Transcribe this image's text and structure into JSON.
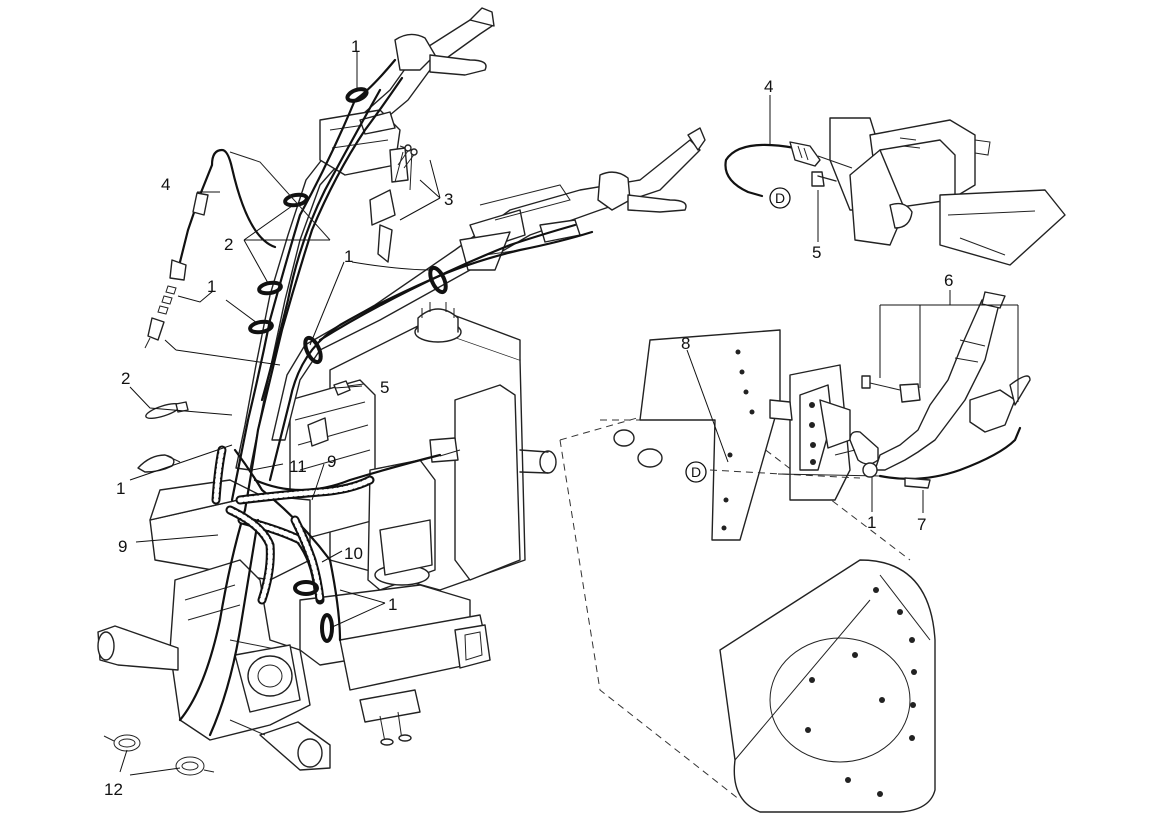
{
  "callouts": {
    "c1_top": "1",
    "c1_mid": "1",
    "c1_left": "1",
    "c1_loose": "1",
    "c1_bottom": "1",
    "c1_handle": "1",
    "c2_upper": "2",
    "c2_loose": "2",
    "c3": "3",
    "c4_left": "4",
    "c4_inset": "4",
    "c5_main": "5",
    "c5_inset": "5",
    "c6": "6",
    "c7": "7",
    "c8": "8",
    "c9_upper": "9",
    "c9_lower": "9",
    "c10": "10",
    "c11": "11",
    "c12": "12"
  },
  "reference_marks": {
    "inset_ref": "D",
    "main_ref": "D"
  }
}
